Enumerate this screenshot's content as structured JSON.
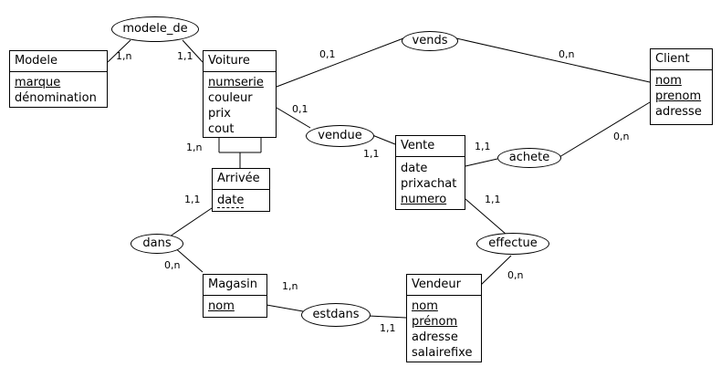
{
  "entities": {
    "modele": {
      "title": "Modele",
      "attrs": [
        "marque",
        "dénomination"
      ]
    },
    "voiture": {
      "title": "Voiture",
      "attrs": [
        "numserie",
        "couleur",
        "prix",
        "cout"
      ]
    },
    "client": {
      "title": "Client",
      "attrs": [
        "nom",
        "prenom",
        "adresse"
      ]
    },
    "vente": {
      "title": "Vente",
      "attrs": [
        "date",
        "prixachat",
        "numero"
      ]
    },
    "arrivee": {
      "title": "Arrivée",
      "attrs": [
        "date"
      ]
    },
    "magasin": {
      "title": "Magasin",
      "attrs": [
        "nom"
      ]
    },
    "vendeur": {
      "title": "Vendeur",
      "attrs": [
        "nom",
        "prénom",
        "adresse",
        "salairefixe"
      ]
    }
  },
  "relations": {
    "modele_de": "modele_de",
    "vends": "vends",
    "vendue": "vendue",
    "achete": "achete",
    "effectue": "effectue",
    "dans": "dans",
    "estdans": "estdans"
  },
  "cardinalities": {
    "modele_de_modele": "1,n",
    "modele_de_voiture": "1,1",
    "vends_voiture": "0,1",
    "vends_client": "0,n",
    "vendue_voiture": "0,1",
    "vendue_vente": "1,1",
    "achete_vente": "1,1",
    "achete_client": "0,n",
    "voiture_arrivee": "1,n",
    "arrivee_dans": "1,1",
    "dans_magasin": "0,n",
    "effectue_vente": "1,1",
    "effectue_vendeur": "0,n",
    "estdans_magasin": "1,n",
    "estdans_vendeur": "1,1"
  }
}
